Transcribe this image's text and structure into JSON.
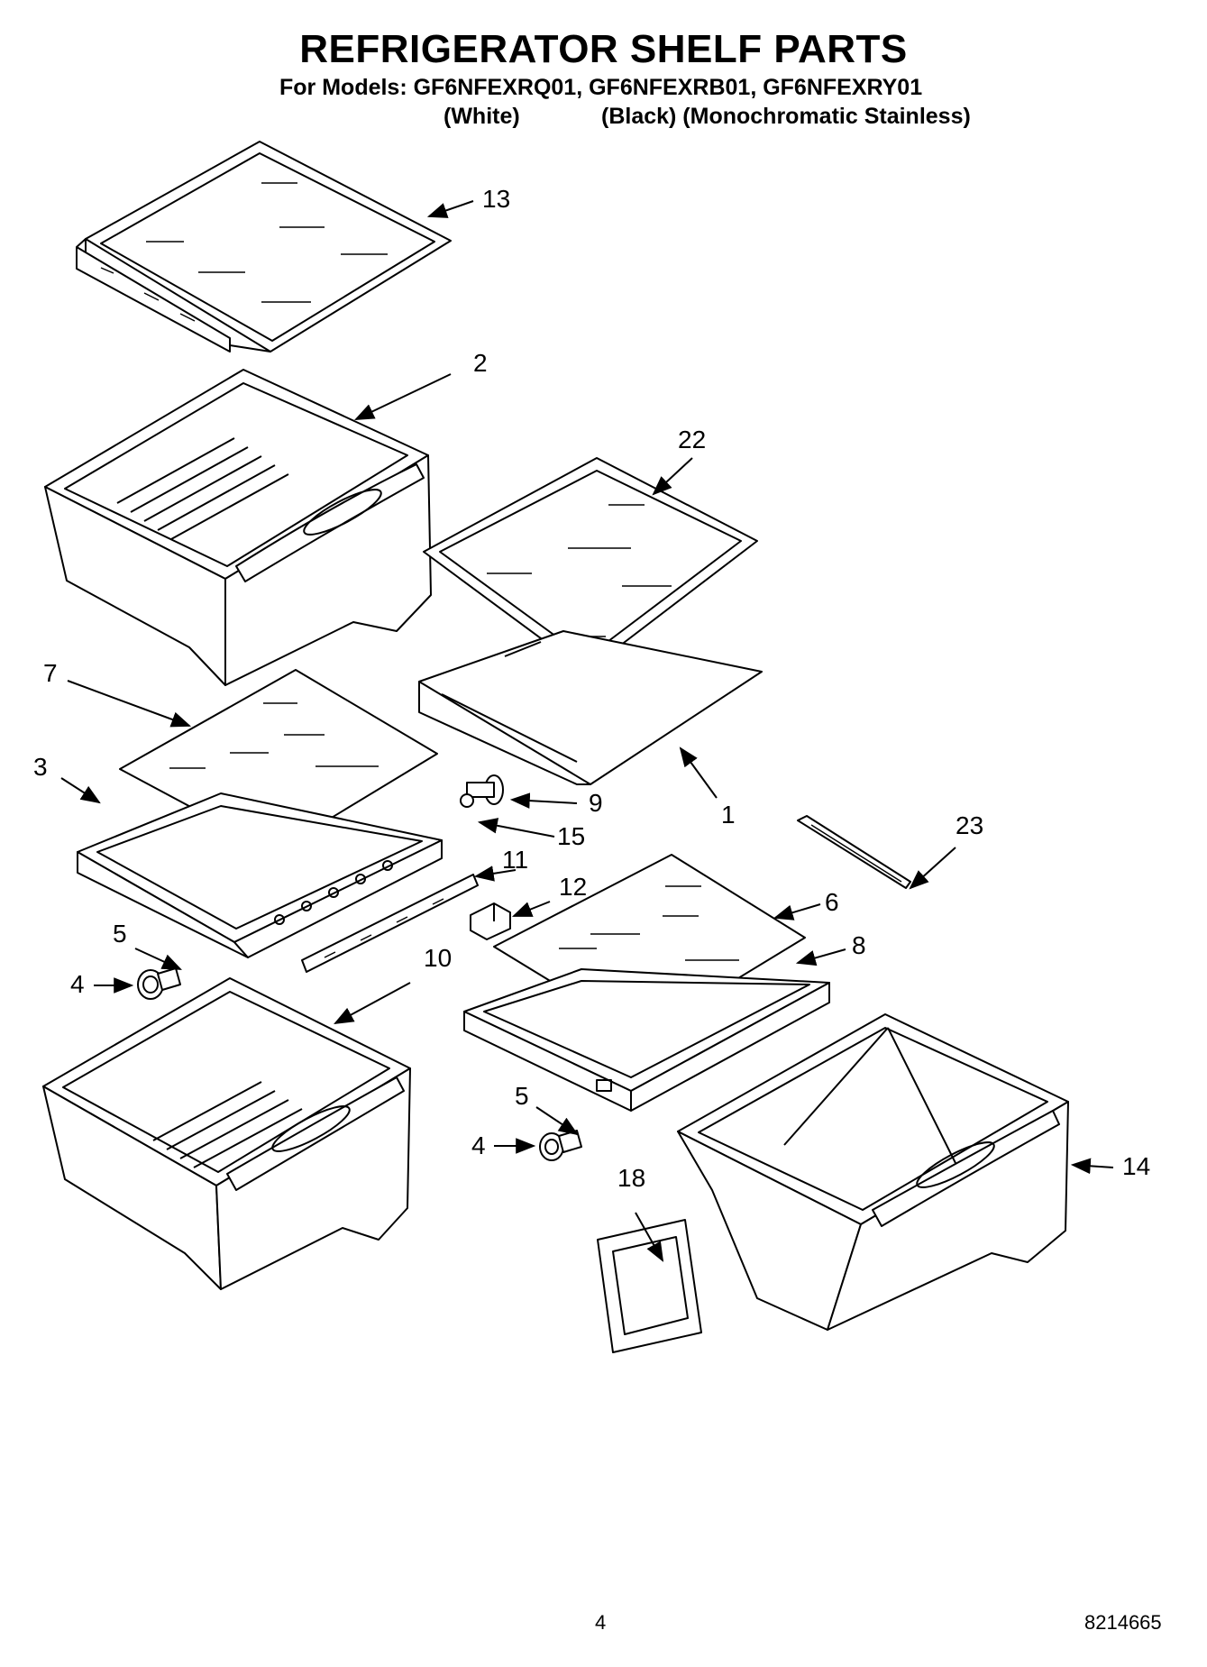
{
  "header": {
    "title": "REFRIGERATOR SHELF PARTS",
    "models": "For Models: GF6NFEXRQ01, GF6NFEXRB01, GF6NFEXRY01",
    "color_white": "(White)",
    "color_black_stainless": "(Black) (Monochromatic Stainless)"
  },
  "callouts": [
    "13",
    "2",
    "22",
    "7",
    "1",
    "3",
    "9",
    "15",
    "23",
    "11",
    "12",
    "6",
    "5",
    "8",
    "4",
    "10",
    "5",
    "4",
    "18",
    "14"
  ],
  "footer": {
    "page_number": "4",
    "document_number": "8214665"
  }
}
